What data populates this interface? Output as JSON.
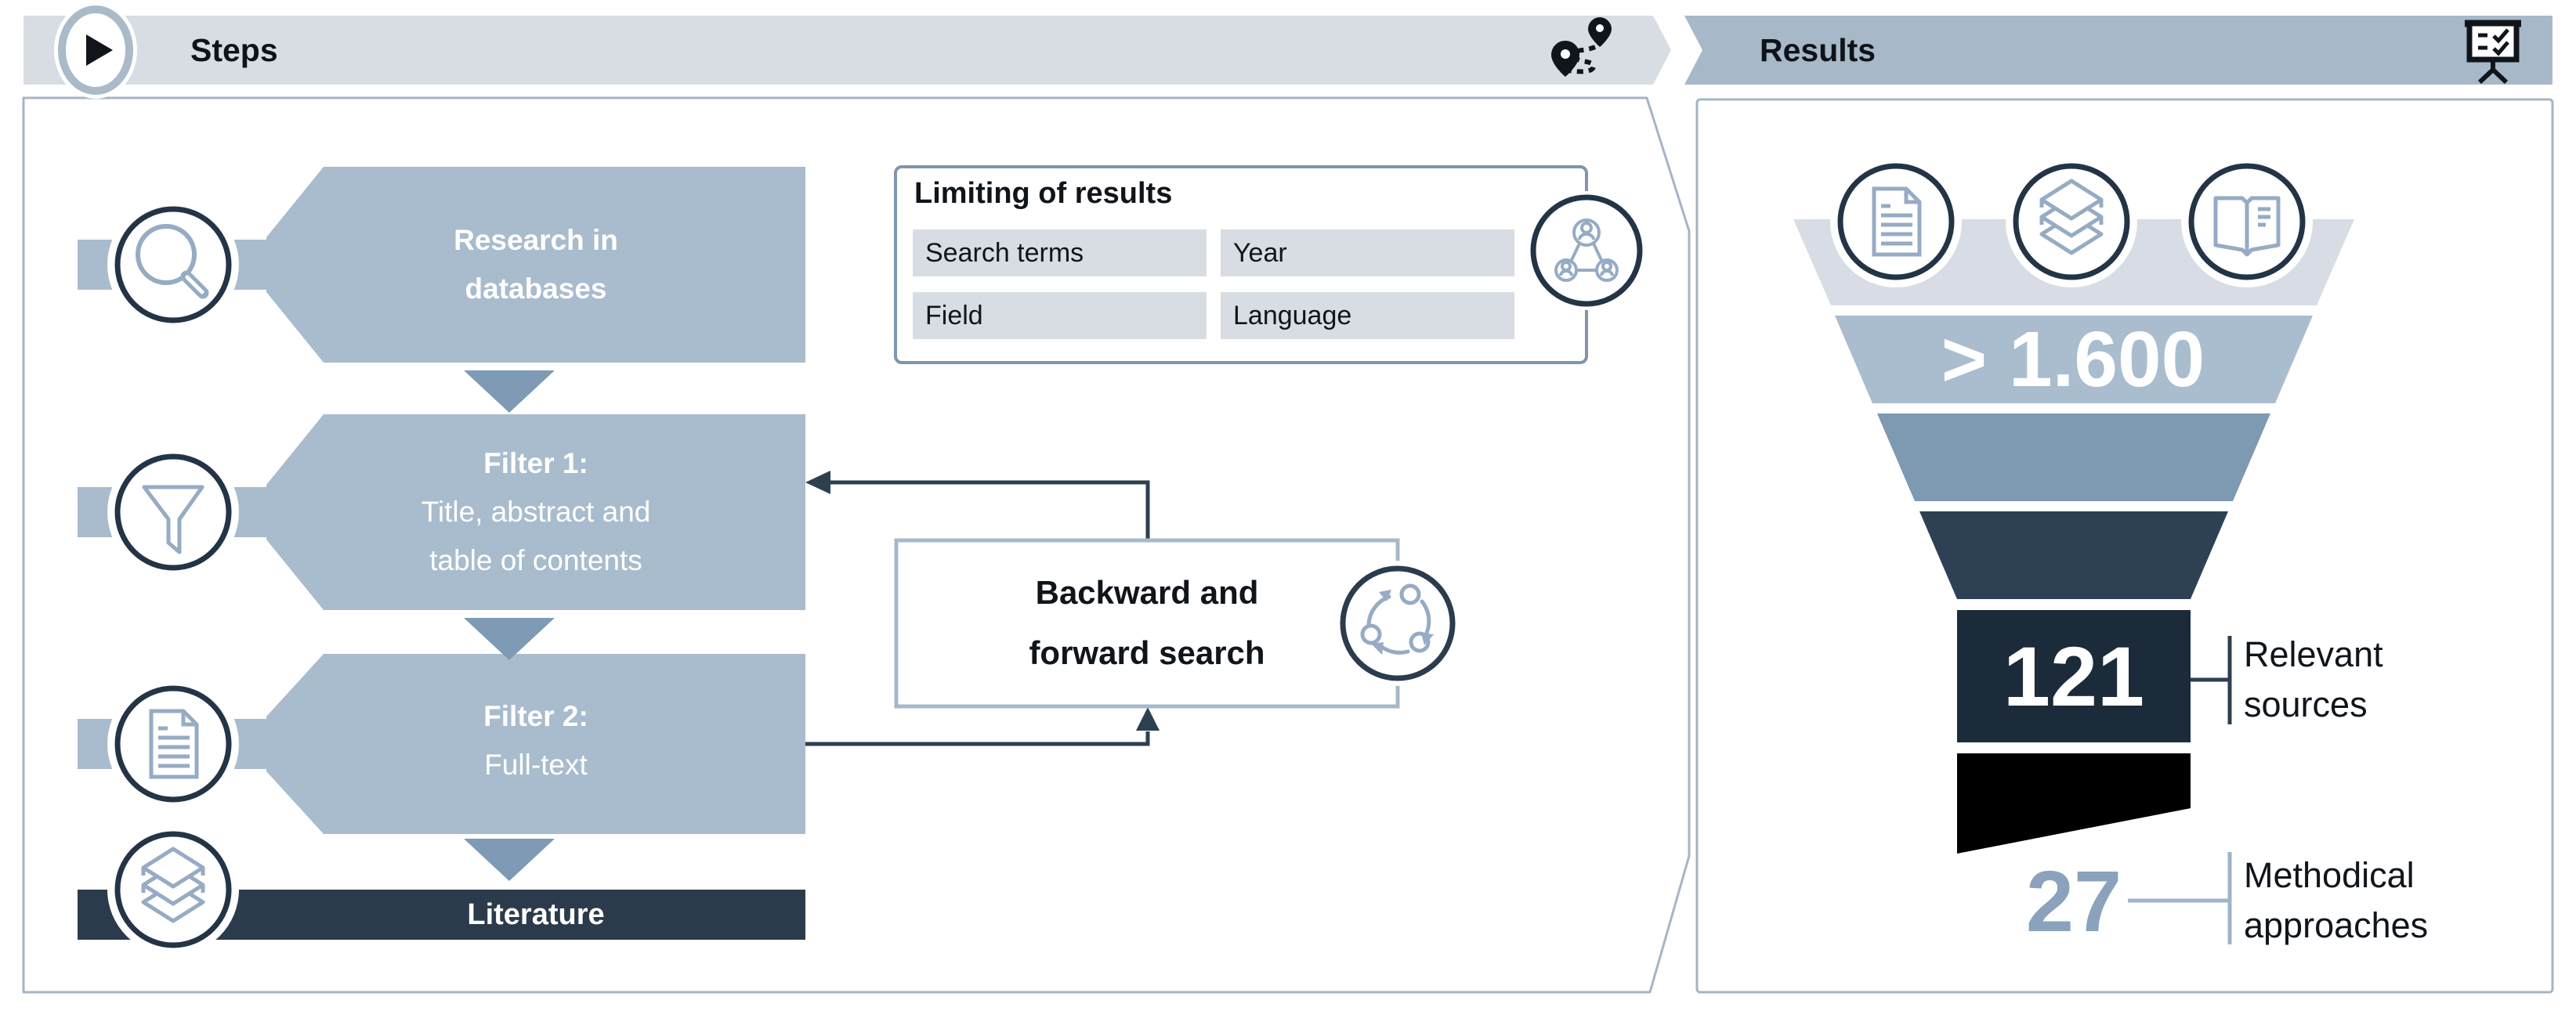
{
  "header": {
    "steps_title": "Steps",
    "results_title": "Results"
  },
  "steps_panel": {
    "blocks": [
      {
        "title": "Research in\ndatabases",
        "subtitle": ""
      },
      {
        "title": "Filter 1:",
        "subtitle": "Title, abstract and\ntable of contents"
      },
      {
        "title": "Filter 2:",
        "subtitle": "Full-text"
      }
    ],
    "literature_label": "Literature",
    "limiting_box": {
      "title": "Limiting of results",
      "cells": [
        "Search terms",
        "Year",
        "Field",
        "Language"
      ]
    },
    "backward_box_label": "Backward and\nforward search"
  },
  "results_panel": {
    "funnel_top_value": "> 1.600",
    "relevant_value": "121",
    "relevant_label": "Relevant\nsources",
    "methodical_value": "27",
    "methodical_label": "Methodical\napproaches"
  },
  "icons": {
    "play-icon": "play triangle in ring",
    "route-icon": "two map pins with dashed path",
    "presentation-board-icon": "flipchart with checkmarks on tripod",
    "search-icon": "magnifier",
    "filter-icon": "funnel",
    "document-icon": "page with lines",
    "books-icon": "stacked books",
    "open-book-icon": "open book",
    "share-network-icon": "three connected users",
    "cycle-icon": "circular arrows",
    "down-arrow-icon": "downward triangle"
  },
  "colors": {
    "light_band": "#d8dde4",
    "results_band": "#a7b8c8",
    "block": "#a8bccd",
    "mid_blue": "#7e99b2",
    "dark_slate": "#2e4154",
    "darker_navy": "#1c2b3a",
    "literature_bar": "#2c3b4b",
    "black_segment": "#000000",
    "line_dark": "#2e3f50",
    "line_light": "#9fb4c9",
    "value_27": "#8aa2bc",
    "panel_border": "#a4b5c5",
    "glyph": "#96abc4"
  }
}
